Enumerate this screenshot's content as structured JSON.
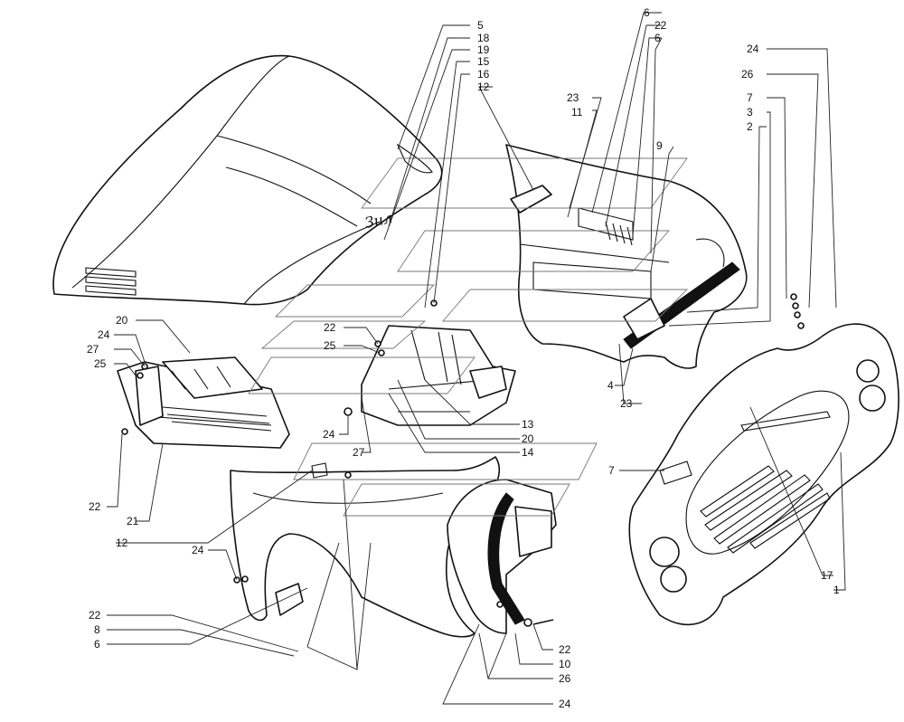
{
  "emblem_text": "Зил",
  "callouts": {
    "c_5": "5",
    "c_18": "18",
    "c_19": "19",
    "c_15": "15",
    "c_16": "16",
    "c_12a": "12",
    "c_6a": "6",
    "c_22a": "22",
    "c_6b": "6",
    "c_23a": "23",
    "c_11": "11",
    "c_9": "9",
    "c_24a": "24",
    "c_26a": "26",
    "c_7a": "7",
    "c_3": "3",
    "c_2": "2",
    "c_20a": "20",
    "c_24b": "24",
    "c_27a": "27",
    "c_25a": "25",
    "c_22b": "22",
    "c_25b": "25",
    "c_4": "4",
    "c_23b": "23",
    "c_13": "13",
    "c_24c": "24",
    "c_20b": "20",
    "c_27b": "27",
    "c_14": "14",
    "c_7b": "7",
    "c_22c": "22",
    "c_21": "21",
    "c_12b": "12",
    "c_24d": "24",
    "c_22d": "22",
    "c_8": "8",
    "c_6c": "6",
    "c_17": "17",
    "c_1": "1",
    "c_22e": "22",
    "c_10": "10",
    "c_26b": "26",
    "c_24e": "24"
  }
}
